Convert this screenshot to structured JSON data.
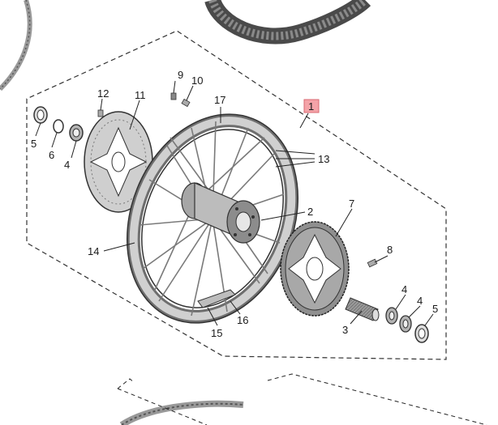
{
  "callouts": [
    {
      "id": "c1",
      "text": "1",
      "highlight": true
    },
    {
      "id": "c2",
      "text": "2"
    },
    {
      "id": "c3",
      "text": "3"
    },
    {
      "id": "c4a",
      "text": "4"
    },
    {
      "id": "c4b",
      "text": "4"
    },
    {
      "id": "c4c",
      "text": "4"
    },
    {
      "id": "c5a",
      "text": "5"
    },
    {
      "id": "c5b",
      "text": "5"
    },
    {
      "id": "c6",
      "text": "6"
    },
    {
      "id": "c7",
      "text": "7"
    },
    {
      "id": "c8",
      "text": "8"
    },
    {
      "id": "c9",
      "text": "9"
    },
    {
      "id": "c10",
      "text": "10"
    },
    {
      "id": "c11",
      "text": "11"
    },
    {
      "id": "c12",
      "text": "12"
    },
    {
      "id": "c13",
      "text": "13"
    },
    {
      "id": "c14",
      "text": "14"
    },
    {
      "id": "c15",
      "text": "15"
    },
    {
      "id": "c16",
      "text": "16"
    },
    {
      "id": "c17",
      "text": "17"
    }
  ],
  "colors": {
    "highlight_fill": "#f4a3a8",
    "highlight_border": "#d96a72",
    "line": "#222222",
    "metal_light": "#d9d9d9",
    "metal_mid": "#a6a6a6",
    "metal_dark": "#6e6e6e"
  }
}
